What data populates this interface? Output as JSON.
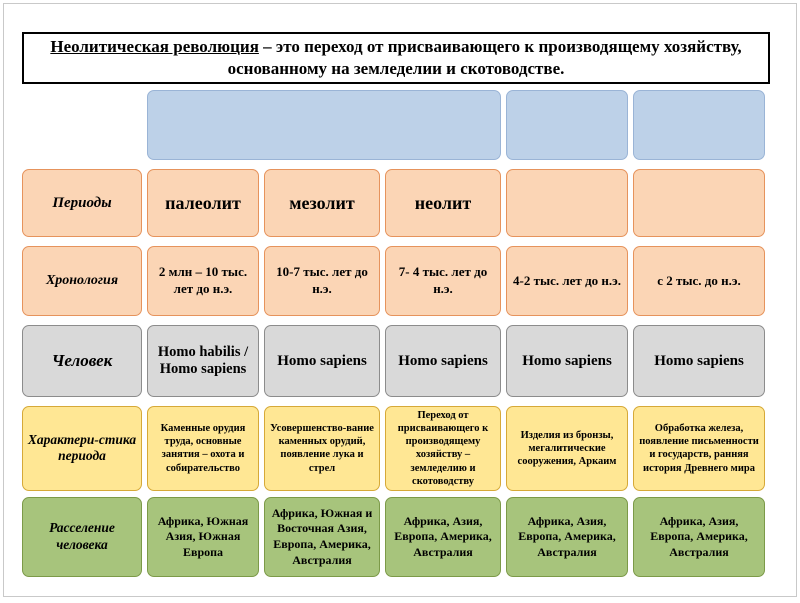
{
  "title": {
    "underlined": "Неолитическая революция",
    "rest": " – это переход от присваивающего к производящему хозяйству, основанному на земледелии и скотоводстве."
  },
  "table": {
    "rows": [
      {
        "label": "Периоды",
        "cells": [
          "палеолит",
          "мезолит",
          "неолит",
          "",
          ""
        ]
      },
      {
        "label": "Хронология",
        "cells": [
          "2 млн – 10 тыс. лет до н.э.",
          "10-7 тыс. лет до н.э.",
          "7- 4 тыс. лет до н.э.",
          "4-2 тыс. лет до н.э.",
          "с 2 тыс. до н.э."
        ]
      },
      {
        "label": "Человек",
        "cells": [
          "Homo habilis / Homo sapiens",
          "Homo sapiens",
          "Homo sapiens",
          "Homo sapiens",
          "Homo sapiens"
        ]
      },
      {
        "label": "Характери-стика периода",
        "cells": [
          "Каменные орудия труда, основные занятия – охота и собирательство",
          "Усовершенство-вание каменных орудий, появление лука и стрел",
          "Переход от присваивающего к производящему хозяйству – земледелию и скотоводству",
          "Изделия из бронзы, мегалитические сооружения, Аркаим",
          "Обработка железа, появление письменности и государств, ранняя история Древнего мира"
        ]
      },
      {
        "label": "Расселение человека",
        "cells": [
          "Африка, Южная Азия, Южная Европа",
          "Африка, Южная и Восточная Азия, Европа, Америка, Австралия",
          "Африка, Азия, Европа, Америка, Австралия",
          "Африка, Азия, Европа, Америка, Австралия",
          "Африка, Азия, Европа, Америка, Австралия"
        ]
      }
    ]
  },
  "colors": {
    "blue": "#bdd1e8",
    "blue_border": "#9ab4d6",
    "peach": "#fbd5b5",
    "peach_border": "#e6935c",
    "gray": "#d9d9d9",
    "gray_border": "#8c8c8c",
    "yellow": "#ffe794",
    "yellow_border": "#d6a938",
    "green": "#a7c47c",
    "green_border": "#7c9a48"
  }
}
